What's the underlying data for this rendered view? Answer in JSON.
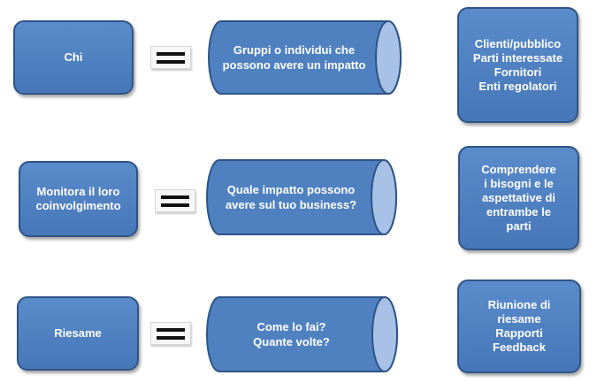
{
  "rows": [
    {
      "left": "Chi",
      "middle": "Gruppi o individui che\npossono avere un impatto",
      "right": "Clienti/pubblico\nParti interessate\nFornitori\nEnti regolatori"
    },
    {
      "left": "Monitora il loro\ncoinvolgimento",
      "middle": "Quale impatto possono\navere sul tuo business?",
      "right": "Comprendere\ni bisogni e le\naspettative di\nentrambe le\nparti"
    },
    {
      "left": "Riesame",
      "middle": "Come lo fai?\nQuante volte?",
      "right": "Riunione di\nriesame\nRapporti\nFeedback"
    }
  ],
  "colors": {
    "fill": "#4f81c1",
    "border": "#2f5485",
    "cap": "#a8c1e6",
    "text": "#ffffff"
  }
}
